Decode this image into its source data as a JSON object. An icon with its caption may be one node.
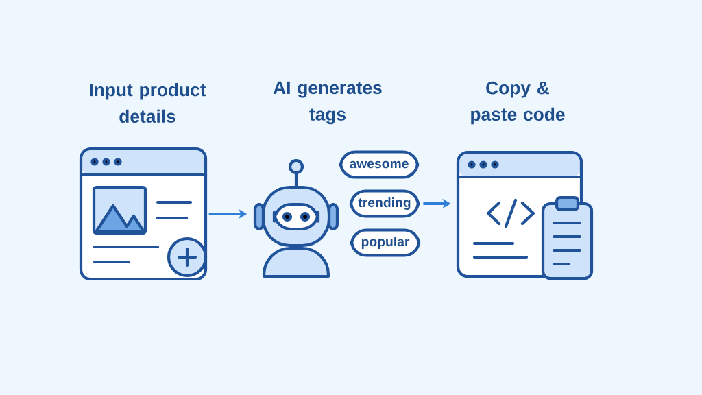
{
  "diagram": {
    "nodes": [
      {
        "text": [
          "Input product details"
        ]
      },
      {
        "text": [
          "AI generates tags"
        ]
      },
      {
        "text": [
          "awesome"
        ]
      },
      {
        "text": [
          "trending"
        ]
      },
      {
        "text": [
          "popular"
        ]
      },
      {
        "text": [
          "Copy & paste code"
        ]
      }
    ],
    "edges": [
      {
        "from": 0,
        "to": 1,
        "arrow": "to"
      },
      {
        "from": 3,
        "to": 5,
        "arrow": "to"
      }
    ]
  }
}
